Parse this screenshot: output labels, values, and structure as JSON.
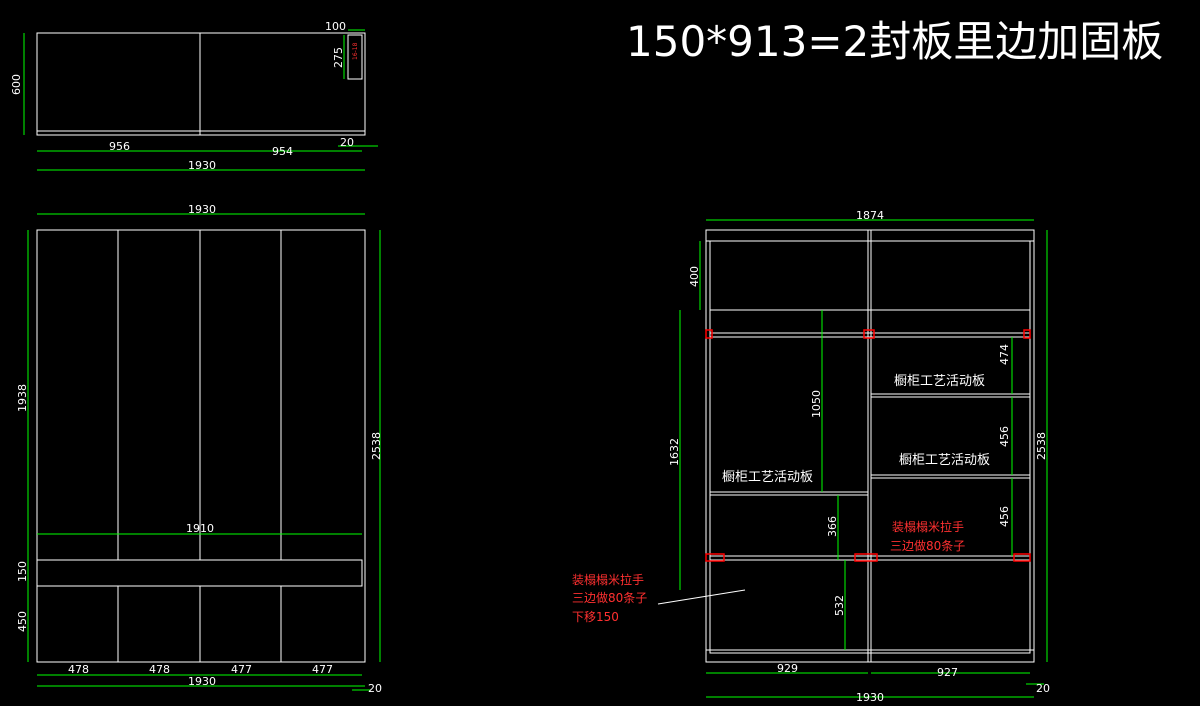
{
  "title": "150*913=2封板里边加固板",
  "colors": {
    "background": "#000000",
    "outline": "#ffffff",
    "dimension": "#00ff00",
    "accent": "#ff0000"
  },
  "top_view": {
    "dims": {
      "w1": "956",
      "w2": "954",
      "total": "1930",
      "depth": "600",
      "side_w": "100",
      "side_h": "275",
      "gap": "20",
      "tiny": "16-18"
    }
  },
  "front_view": {
    "dims": {
      "top_total": "1930",
      "height_upper": "1938",
      "height_total": "2538",
      "inner_width": "1910",
      "band": "150",
      "lower": "450",
      "d1": "478",
      "d2": "478",
      "d3": "477",
      "d4": "477",
      "bottom_total": "1930",
      "gap": "20"
    }
  },
  "inner_view": {
    "dims": {
      "top_width": "1874",
      "top_section": "400",
      "left_height": "1632",
      "left_upper": "1050",
      "left_mid": "366",
      "left_bottom": "532",
      "right_a": "474",
      "right_b": "456",
      "right_c": "456",
      "total_height": "2538",
      "bottom_left": "929",
      "bottom_right": "927",
      "bottom_total": "1930",
      "gap": "20"
    },
    "labels": {
      "shelf_right_1": "橱柜工艺活动板",
      "shelf_right_2": "橱柜工艺活动板",
      "shelf_left": "橱柜工艺活动板"
    },
    "notes": {
      "right_line1": "装榻榻米拉手",
      "right_line2": "三边做80条子",
      "left_line1": "装榻榻米拉手",
      "left_line2": "三边做80条子",
      "left_line3": "下移150"
    }
  }
}
